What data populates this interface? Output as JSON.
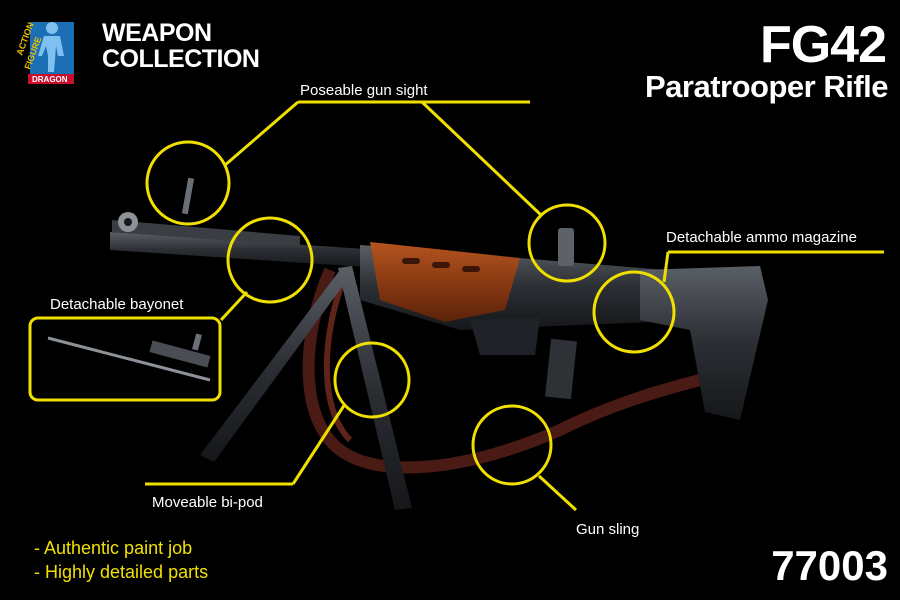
{
  "brand": {
    "logo_text_top": "ACTION",
    "logo_text_side": "FIGURE",
    "logo_text_bottom": "DRAGON",
    "line1": "WEAPON",
    "line2": "COLLECTION"
  },
  "product": {
    "title": "FG42",
    "subtitle": "Paratrooper Rifle",
    "code": "77003"
  },
  "callouts": {
    "gun_sight": "Poseable gun sight",
    "magazine": "Detachable ammo magazine",
    "bayonet": "Detachable bayonet",
    "bipod": "Moveable bi-pod",
    "sling": "Gun sling"
  },
  "features": [
    "- Authentic paint job",
    "- Highly detailed parts"
  ],
  "colors": {
    "background": "#000000",
    "accent": "#f0e000",
    "text": "#ffffff",
    "stock_wood": "#8a3a12",
    "metal": "#2b2e33",
    "sling": "#4a1a14"
  }
}
